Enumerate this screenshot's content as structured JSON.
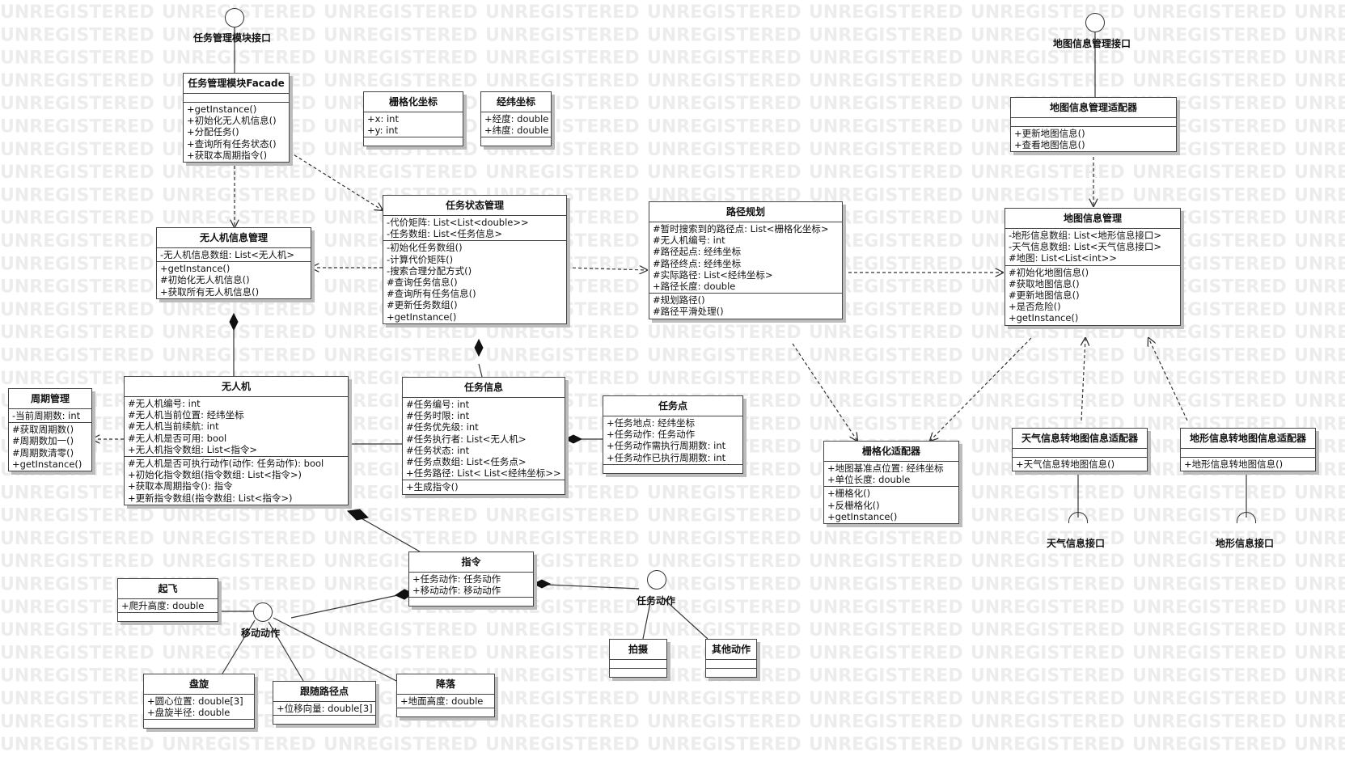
{
  "watermark_text": "UNREGISTERED",
  "interfaces": {
    "task_if": "任务管理模块接口",
    "map_if": "地图信息管理接口",
    "weather_if": "天气信息接口",
    "terrain_if": "地形信息接口",
    "move_action": "移动动作",
    "task_action": "任务动作"
  },
  "classes": {
    "facade": {
      "name": "任务管理模块Facade",
      "attrs": [],
      "ops": [
        "+getInstance()",
        "+初始化无人机信息()",
        "+分配任务()",
        "+查询所有任务状态()",
        "+获取本周期指令()"
      ]
    },
    "grid_coord": {
      "name": "栅格化坐标",
      "attrs": [
        "+x: int",
        "+y: int"
      ],
      "ops": []
    },
    "geo_coord": {
      "name": "经纬坐标",
      "attrs": [
        "+经度: double",
        "+纬度: double"
      ],
      "ops": []
    },
    "map_adapter": {
      "name": "地图信息管理适配器",
      "attrs": [],
      "ops": [
        "+更新地图信息()",
        "+查看地图信息()"
      ]
    },
    "uav_mgr": {
      "name": "无人机信息管理",
      "attrs": [
        "-无人机信息数组: List<无人机>"
      ],
      "ops": [
        "+getInstance()",
        "#初始化无人机信息()",
        "+获取所有无人机信息()"
      ]
    },
    "task_state": {
      "name": "任务状态管理",
      "attrs": [
        "-代价矩阵: List<List<double>>",
        "-任务数组: List<任务信息>"
      ],
      "ops": [
        "-初始化任务数组()",
        "-计算代价矩阵()",
        "-搜索合理分配方式()",
        "#查询任务信息()",
        "#查询所有任务信息()",
        "#更新任务数组()",
        "+getInstance()"
      ]
    },
    "path_plan": {
      "name": "路径规划",
      "attrs": [
        "#暂时搜索到的路径点: List<栅格化坐标>",
        "#无人机编号: int",
        "#路径起点: 经纬坐标",
        "#路径终点: 经纬坐标",
        "#实际路径: List<经纬坐标>",
        "+路径长度: double"
      ],
      "ops": [
        "#规划路径()",
        "#路径平滑处理()"
      ]
    },
    "map_mgr": {
      "name": "地图信息管理",
      "attrs": [
        "-地形信息数组: List<地形信息接口>",
        "-天气信息数组: List<天气信息接口>",
        "#地图: List<List<int>>"
      ],
      "ops": [
        "#初始化地图信息()",
        "#获取地图信息()",
        "#更新地图信息()",
        "+是否危险()",
        "+getInstance()"
      ]
    },
    "cycle": {
      "name": "周期管理",
      "attrs": [
        "-当前周期数: int"
      ],
      "ops": [
        "#获取周期数()",
        "#周期数加一()",
        "#周期数清零()",
        "+getInstance()"
      ]
    },
    "uav": {
      "name": "无人机",
      "attrs": [
        "#无人机编号: int",
        "#无人机当前位置: 经纬坐标",
        "#无人机当前续航: int",
        "#无人机是否可用: bool",
        "+无人机指令数组: List<指令>"
      ],
      "ops": [
        "#无人机是否可执行动作(动作: 任务动作): bool",
        "+初始化指令数组(指令数组: List<指令>)",
        "+获取本周期指令(): 指令",
        "+更新指令数组(指令数组: List<指令>)"
      ]
    },
    "task_info": {
      "name": "任务信息",
      "attrs": [
        "#任务编号: int",
        "#任务时限: int",
        "#任务优先级: int",
        "#任务执行者: List<无人机>",
        "#任务状态: int",
        "#任务点数组: List<任务点>",
        "+任务路径: List< List<经纬坐标>>"
      ],
      "ops": [
        "+生成指令()"
      ]
    },
    "task_point": {
      "name": "任务点",
      "attrs": [
        "+任务地点: 经纬坐标",
        "+任务动作: 任务动作",
        "+任务动作需执行周期数: int",
        "+任务动作已执行周期数: int"
      ],
      "ops": []
    },
    "grid_adapter": {
      "name": "栅格化适配器",
      "attrs": [
        "+地图基准点位置: 经纬坐标",
        "+单位长度: double"
      ],
      "ops": [
        "+栅格化()",
        "+反栅格化()",
        "+getInstance()"
      ]
    },
    "weather_adapter": {
      "name": "天气信息转地图信息适配器",
      "attrs": [],
      "ops": [
        "+天气信息转地图信息()"
      ]
    },
    "terrain_adapter": {
      "name": "地形信息转地图信息适配器",
      "attrs": [],
      "ops": [
        "+地形信息转地图信息()"
      ]
    },
    "command": {
      "name": "指令",
      "attrs": [
        "+任务动作: 任务动作",
        "+移动动作: 移动动作"
      ],
      "ops": []
    },
    "takeoff": {
      "name": "起飞",
      "attrs": [
        "+爬升高度: double"
      ],
      "ops": []
    },
    "hover": {
      "name": "盘旋",
      "attrs": [
        "+圆心位置: double[3]",
        "+盘旋半径: double"
      ],
      "ops": []
    },
    "follow": {
      "name": "跟随路径点",
      "attrs": [
        "+位移向量: double[3]"
      ],
      "ops": []
    },
    "land": {
      "name": "降落",
      "attrs": [
        "+地面高度: double"
      ],
      "ops": []
    },
    "photo": {
      "name": "拍摄",
      "attrs": [],
      "ops": []
    },
    "other": {
      "name": "其他动作",
      "attrs": [],
      "ops": []
    }
  }
}
